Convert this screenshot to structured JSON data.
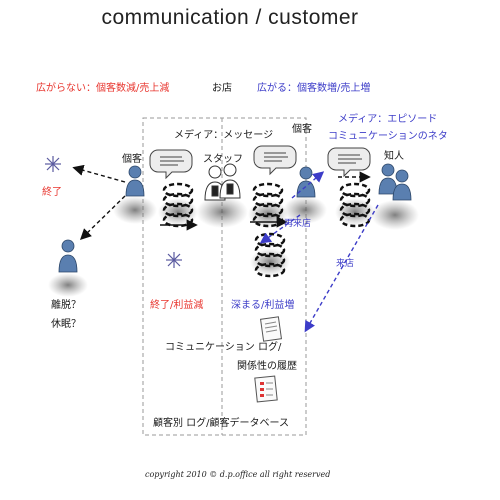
{
  "title": "communication / customer",
  "shop_label": "お店",
  "left_effect": "広がらない：個客数減/売上減",
  "right_effect": "広がる：個客数増/売上増",
  "media_message": "メディア：メッセージ",
  "media_episode_line1": "メディア：エピソード",
  "media_episode_line2": "コミュニケーションのネタ",
  "customer_left": "個客",
  "customer_right": "個客",
  "staff": "スタッフ",
  "acquaintance": "知人",
  "end_left": "終了",
  "repeat_visit": "再来店",
  "visit": "来店",
  "lapsed_line1": "離脱？",
  "lapsed_line2": "休眠？",
  "end_profit_down": "終了/利益減",
  "deepen_profit_up": "深まる/利益増",
  "comm_log_line1": "コミュニケーション ログ/",
  "comm_log_line2": "関係性の履歴",
  "customer_db": "顧客別 ログ/顧客データベース",
  "copyright": "copyright 2010 © d.p.office all right reserved",
  "colors": {
    "negative": "#e8352e",
    "positive": "#3c3cc8",
    "person": "#5a7fb0",
    "staff": "#ffffff"
  }
}
